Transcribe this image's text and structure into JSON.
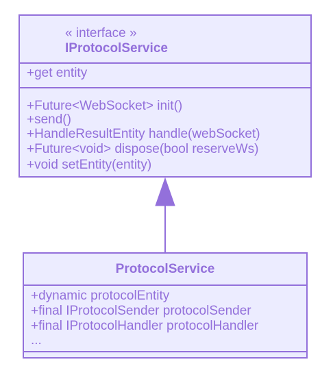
{
  "colors": {
    "stroke": "#9370DB",
    "fill": "#ECECFF",
    "text": "#9370DB"
  },
  "interface_class": {
    "stereotype": "« interface »",
    "name": "IProtocolService",
    "attributes": [
      "+get entity"
    ],
    "methods": [
      "+Future<WebSocket> init()",
      "+send()",
      "+HandleResultEntity handle(webSocket)",
      "+Future<void> dispose(bool reserveWs)",
      "+void setEntity(entity)"
    ]
  },
  "implementation_class": {
    "name": "ProtocolService",
    "attributes": [
      "+dynamic protocolEntity",
      "+final IProtocolSender protocolSender",
      "+final IProtocolHandler protocolHandler",
      "..."
    ],
    "methods": []
  },
  "relation": {
    "type": "realization",
    "from": "ProtocolService",
    "to": "IProtocolService"
  }
}
